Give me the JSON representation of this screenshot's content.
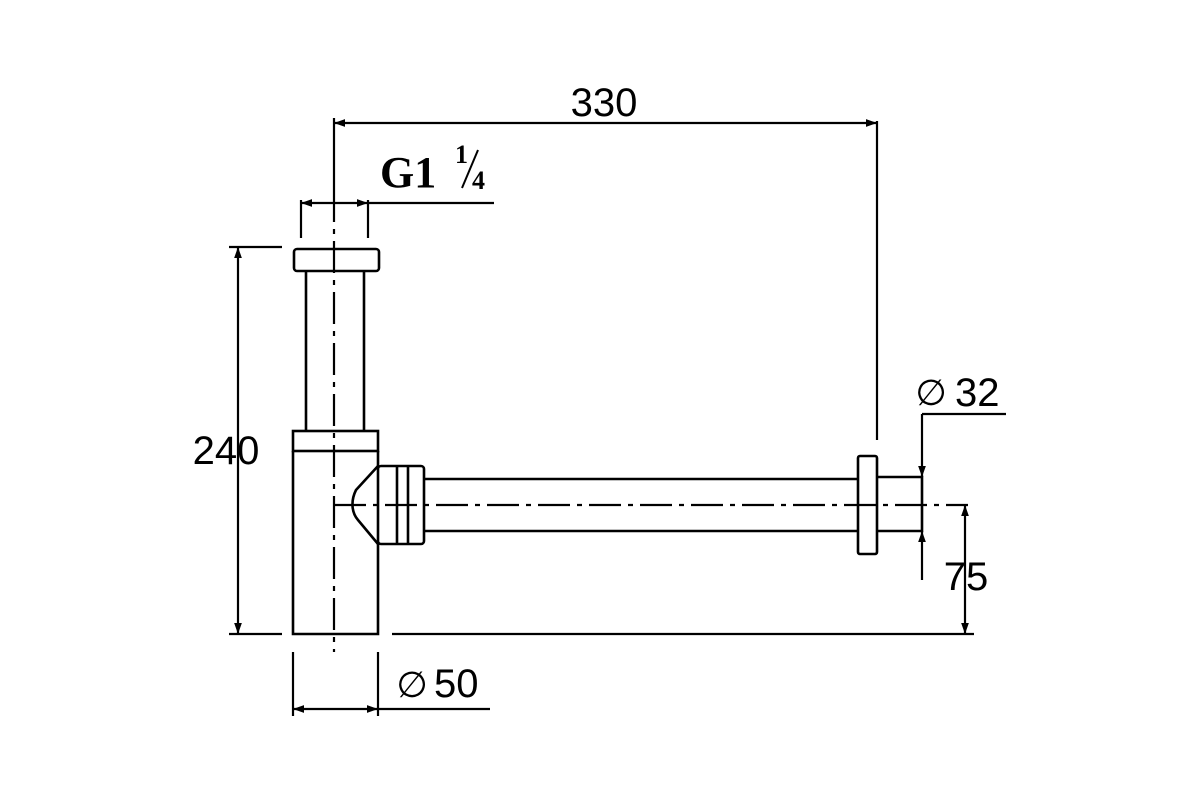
{
  "diagram": {
    "colors": {
      "line": "#000000",
      "background": "#ffffff"
    },
    "dimensions": {
      "overall_length": "330",
      "thread": {
        "prefix": "G1",
        "numerator": "1",
        "denominator": "4"
      },
      "height": "240",
      "outlet_diameter_symbol": "∅",
      "outlet_diameter": "32",
      "outlet_height": "75",
      "body_diameter_symbol": "∅",
      "body_diameter": "50"
    }
  }
}
